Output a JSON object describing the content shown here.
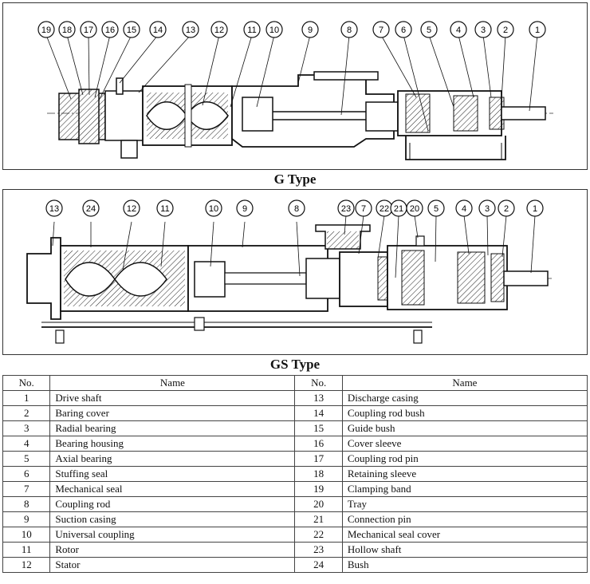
{
  "g_diagram": {
    "caption": "G Type",
    "callouts": [
      "19",
      "18",
      "17",
      "16",
      "15",
      "14",
      "13",
      "12",
      "11",
      "10",
      "9",
      "8",
      "7",
      "6",
      "5",
      "4",
      "3",
      "2",
      "1"
    ]
  },
  "gs_diagram": {
    "caption": "GS Type",
    "callouts": [
      "13",
      "24",
      "12",
      "11",
      "10",
      "9",
      "8",
      "23",
      "7",
      "22",
      "21",
      "20",
      "5",
      "4",
      "3",
      "2",
      "1"
    ]
  },
  "parts_table": {
    "headers": [
      "No.",
      "Name",
      "No.",
      "Name"
    ],
    "rows": [
      {
        "n1": "1",
        "name1": "Drive shaft",
        "n2": "13",
        "name2": "Discharge casing"
      },
      {
        "n1": "2",
        "name1": "Baring cover",
        "n2": "14",
        "name2": "Coupling rod bush"
      },
      {
        "n1": "3",
        "name1": "Radial bearing",
        "n2": "15",
        "name2": "Guide bush"
      },
      {
        "n1": "4",
        "name1": "Bearing housing",
        "n2": "16",
        "name2": "Cover sleeve"
      },
      {
        "n1": "5",
        "name1": "Axial bearing",
        "n2": "17",
        "name2": "Coupling rod pin"
      },
      {
        "n1": "6",
        "name1": "Stuffing seal",
        "n2": "18",
        "name2": "Retaining sleeve"
      },
      {
        "n1": "7",
        "name1": "Mechanical seal",
        "n2": "19",
        "name2": "Clamping band"
      },
      {
        "n1": "8",
        "name1": "Coupling rod",
        "n2": "20",
        "name2": "Tray"
      },
      {
        "n1": "9",
        "name1": "Suction casing",
        "n2": "21",
        "name2": "Connection pin"
      },
      {
        "n1": "10",
        "name1": "Universal coupling",
        "n2": "22",
        "name2": "Mechanical seal cover"
      },
      {
        "n1": "11",
        "name1": "Rotor",
        "n2": "23",
        "name2": "Hollow shaft"
      },
      {
        "n1": "12",
        "name1": "Stator",
        "n2": "24",
        "name2": "Bush"
      }
    ]
  }
}
